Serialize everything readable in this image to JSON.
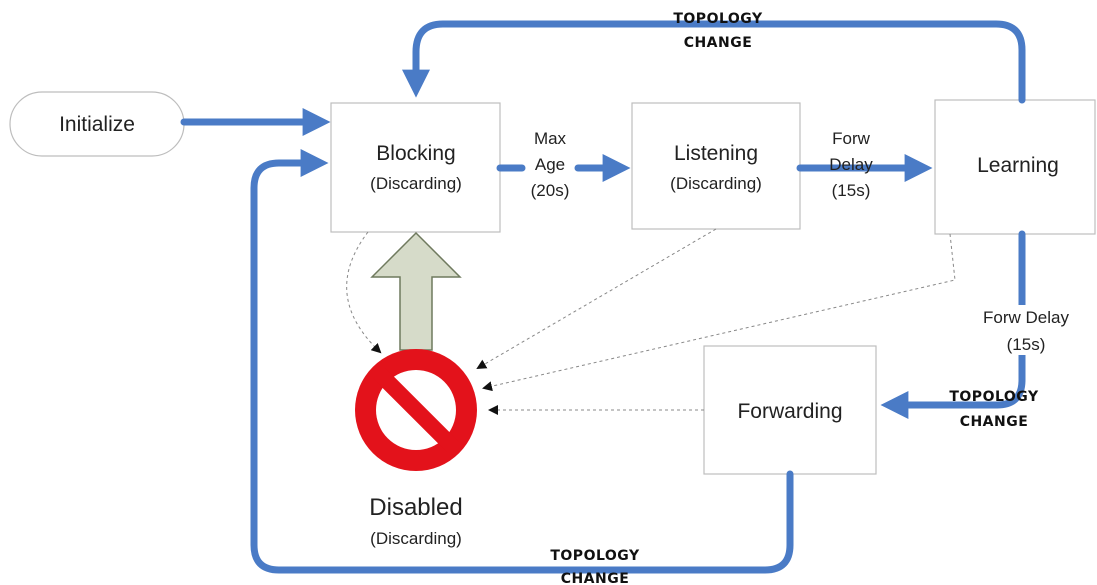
{
  "colors": {
    "arrow": "#4a7bc6",
    "box_border": "#bdbdbd",
    "dashed": "#888888",
    "disabled_red": "#e3121b",
    "up_arrow_fill": "#d6dbc9",
    "up_arrow_stroke": "#6f7a5e"
  },
  "nodes": {
    "initialize": {
      "label": "Initialize"
    },
    "blocking": {
      "label": "Blocking",
      "sublabel": "(Discarding)"
    },
    "listening": {
      "label": "Listening",
      "sublabel": "(Discarding)"
    },
    "learning": {
      "label": "Learning"
    },
    "forwarding": {
      "label": "Forwarding"
    },
    "disabled": {
      "label": "Disabled",
      "sublabel": "(Discarding)",
      "icon": "prohibited-icon"
    }
  },
  "edges": {
    "max_age": {
      "line1": "Max",
      "line2": "Age",
      "line3": "(20s)"
    },
    "forw_delay_listen": {
      "line1": "Forw",
      "line2": "Delay",
      "line3": "(15s)"
    },
    "forw_delay_learn": {
      "line1": "Forw Delay",
      "line2": "(15s)"
    },
    "topology_top": {
      "line1": "TOPOLOGY",
      "line2": "CHANGE"
    },
    "topology_right": {
      "line1": "TOPOLOGY",
      "line2": "CHANGE"
    },
    "topology_bottom": {
      "line1": "TOPOLOGY",
      "line2": "CHANGE"
    }
  }
}
